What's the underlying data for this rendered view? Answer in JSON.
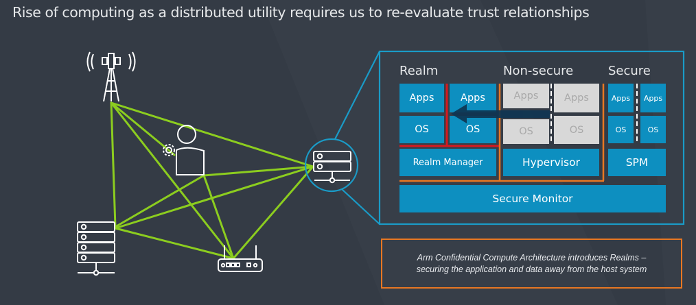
{
  "title": "Rise of computing as a distributed utility requires us to re-evaluate trust relationships",
  "colors": {
    "background": "#343b45",
    "network_link": "#8ccd1f",
    "zoom_frame": "#1a9bc7",
    "block": "#0d8fc0",
    "block_inactive": "#d8d8d8",
    "realm_boundary": "#d71920",
    "world_boundary": "#e87722",
    "arrow": "#0f3552"
  },
  "network": {
    "nodes": [
      {
        "id": "cell-tower",
        "icon": "cell-tower-icon"
      },
      {
        "id": "user",
        "icon": "user-with-gear-icon"
      },
      {
        "id": "server-rack",
        "icon": "server-rack-icon"
      },
      {
        "id": "router",
        "icon": "router-icon"
      },
      {
        "id": "cloud-server",
        "icon": "server-icon",
        "highlighted": true
      }
    ],
    "links": [
      [
        "cell-tower",
        "server-rack"
      ],
      [
        "cell-tower",
        "router"
      ],
      [
        "cell-tower",
        "cloud-server"
      ],
      [
        "cell-tower",
        "user"
      ],
      [
        "user",
        "cloud-server"
      ],
      [
        "user",
        "server-rack"
      ],
      [
        "user",
        "router"
      ],
      [
        "server-rack",
        "router"
      ],
      [
        "server-rack",
        "cloud-server"
      ],
      [
        "router",
        "cloud-server"
      ]
    ]
  },
  "architecture": {
    "columns": {
      "realm": "Realm",
      "non_secure": "Non-secure",
      "secure": "Secure"
    },
    "realm": {
      "apps_1": "Apps",
      "os_1": "OS",
      "apps_2": "Apps",
      "os_2": "OS",
      "manager": "Realm Manager"
    },
    "non_secure": {
      "apps_1": "Apps",
      "os_1": "OS",
      "apps_2": "Apps",
      "os_2": "OS",
      "hypervisor": "Hypervisor"
    },
    "secure": {
      "apps_1": "Apps",
      "os_1": "OS",
      "apps_2": "Apps",
      "os_2": "OS",
      "spm": "SPM"
    },
    "monitor": "Secure Monitor"
  },
  "callout": {
    "line1": "Arm Confidential Compute Architecture introduces Realms –",
    "line2": "securing the application and data away from the host system"
  }
}
